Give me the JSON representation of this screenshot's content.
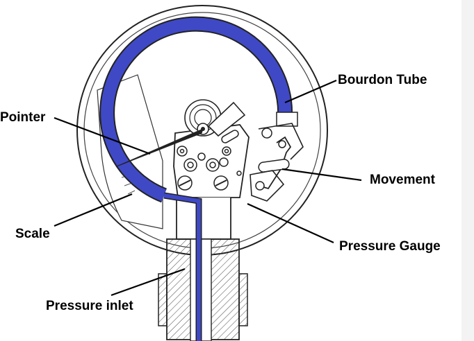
{
  "labels": {
    "bourdon_tube": "Bourdon Tube",
    "pointer": "Pointer",
    "movement": "Movement",
    "scale": "Scale",
    "pressure_gauge": "Pressure Gauge",
    "pressure_inlet": "Pressure inlet"
  },
  "colors": {
    "tube": "#3f49c6",
    "line": "#222222",
    "text": "#000000",
    "background": "#ffffff"
  }
}
